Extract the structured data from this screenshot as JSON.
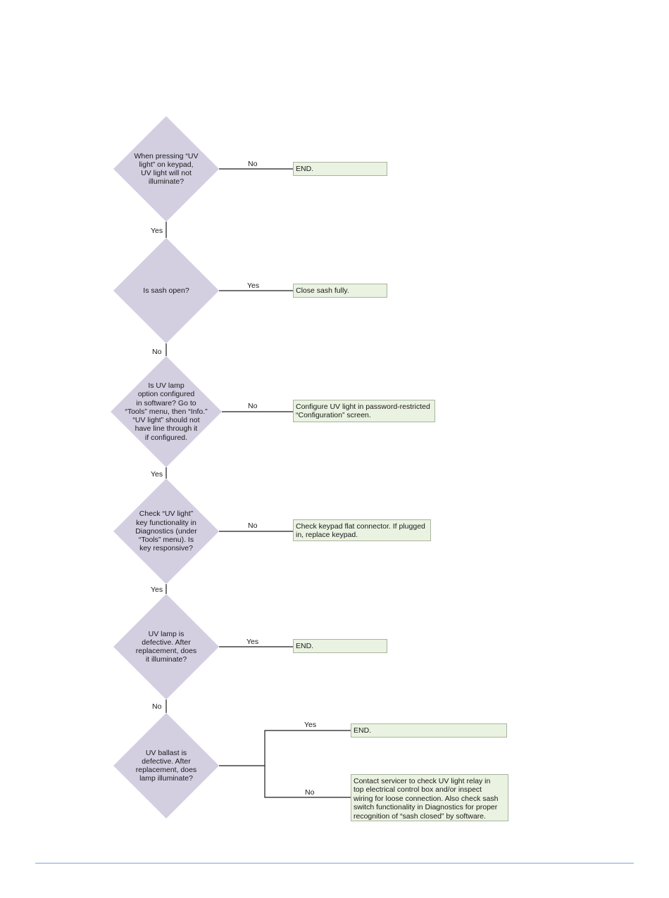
{
  "colors": {
    "decision_fill": "#d3cfe1",
    "action_fill": "#eaf2e1",
    "action_border": "#a9b49f",
    "line": "#1a1a1a",
    "footer_rule": "#7fa4d8"
  },
  "decisions": [
    {
      "id": "q1",
      "lines": [
        "When pressing “UV",
        "light” on keypad,",
        "UV light will not",
        "illuminate?"
      ]
    },
    {
      "id": "q2",
      "lines": [
        "Is sash open?"
      ]
    },
    {
      "id": "q3",
      "lines": [
        "Is UV lamp",
        "option configured",
        "in software? Go to",
        "“Tools” menu, then “Info.”",
        "“UV light” should not",
        "have line through it",
        "if configured."
      ]
    },
    {
      "id": "q4",
      "lines": [
        "Check “UV light”",
        "key functionality in",
        "Diagnostics (under",
        "“Tools” menu). Is",
        "key responsive?"
      ]
    },
    {
      "id": "q5",
      "lines": [
        "UV lamp is",
        "defective. After",
        "replacement, does",
        "it illuminate?"
      ]
    },
    {
      "id": "q6",
      "lines": [
        "UV ballast is",
        "defective. After",
        "replacement, does",
        "lamp illuminate?"
      ]
    }
  ],
  "actions": [
    {
      "id": "a1",
      "lines": [
        "END."
      ]
    },
    {
      "id": "a2",
      "lines": [
        "Close sash fully."
      ]
    },
    {
      "id": "a3",
      "lines": [
        "Configure UV light in password-restricted",
        "“Configuration” screen."
      ]
    },
    {
      "id": "a4",
      "lines": [
        "Check keypad flat connector. If plugged",
        "in, replace keypad."
      ]
    },
    {
      "id": "a5",
      "lines": [
        "END."
      ]
    },
    {
      "id": "a6",
      "lines": [
        "END."
      ]
    },
    {
      "id": "a7",
      "lines": [
        "Contact servicer to check UV light relay in",
        "top electrical control box and/or inspect",
        "wiring for loose connection. Also check sash",
        "switch functionality in Diagnostics for proper",
        "recognition of “sash closed” by software."
      ]
    }
  ],
  "edges": [
    {
      "from": "q1",
      "to": "a1",
      "label": "No"
    },
    {
      "from": "q1",
      "to": "q2",
      "label": "Yes"
    },
    {
      "from": "q2",
      "to": "a2",
      "label": "Yes"
    },
    {
      "from": "q2",
      "to": "q3",
      "label": "No"
    },
    {
      "from": "q3",
      "to": "a3",
      "label": "No"
    },
    {
      "from": "q3",
      "to": "q4",
      "label": "Yes"
    },
    {
      "from": "q4",
      "to": "a4",
      "label": "No"
    },
    {
      "from": "q4",
      "to": "q5",
      "label": "Yes"
    },
    {
      "from": "q5",
      "to": "a5",
      "label": "Yes"
    },
    {
      "from": "q5",
      "to": "q6",
      "label": "No"
    },
    {
      "from": "q6",
      "to": "a6",
      "label": "Yes"
    },
    {
      "from": "q6",
      "to": "a7",
      "label": "No"
    }
  ]
}
